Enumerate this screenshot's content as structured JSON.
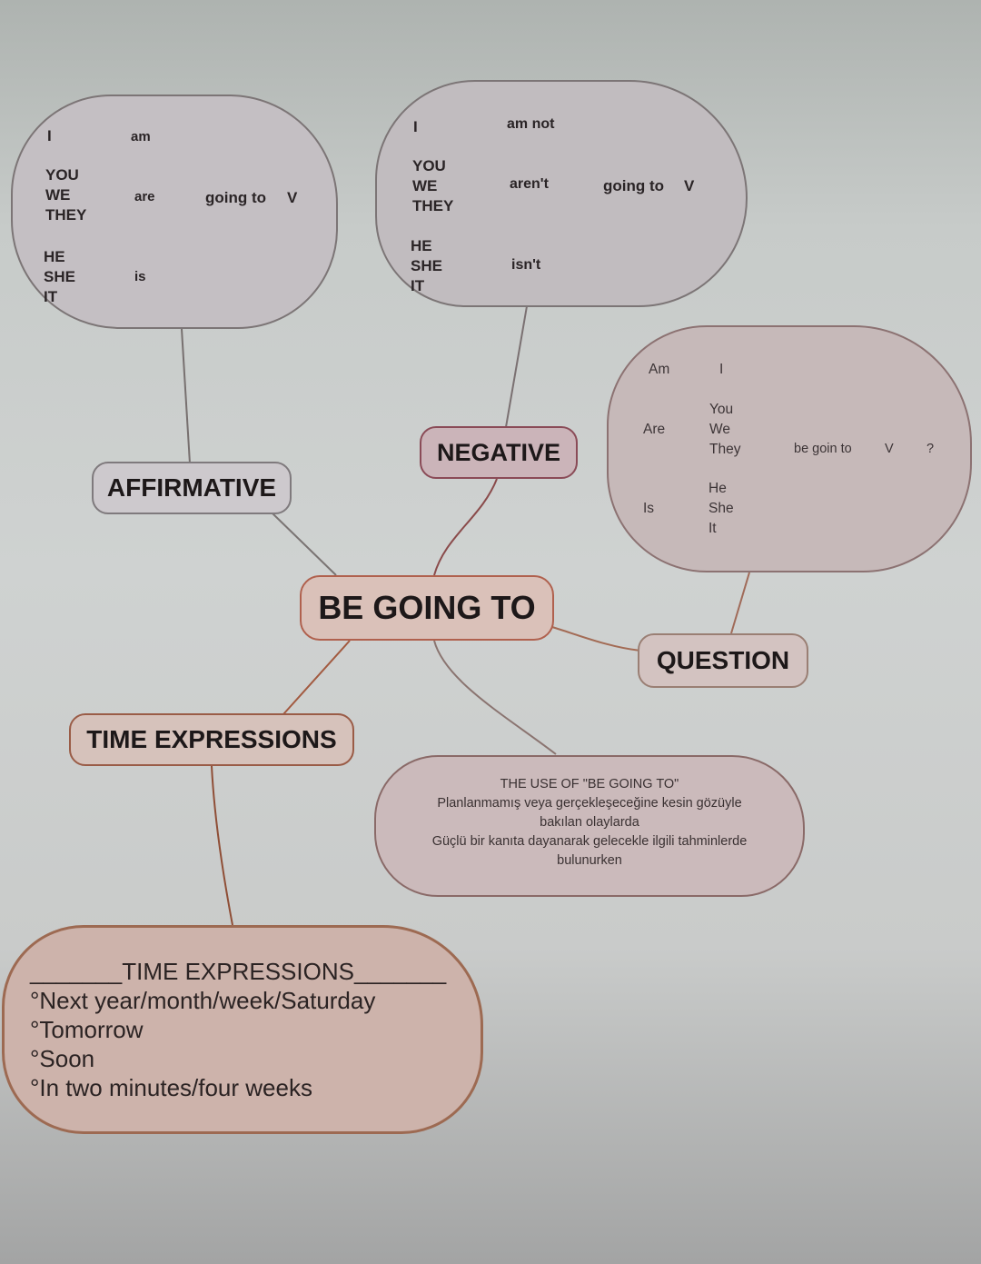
{
  "center": {
    "label": "BE GOING TO"
  },
  "branches": {
    "affirmative": "AFFIRMATIVE",
    "negative": "NEGATIVE",
    "question": "QUESTION",
    "time_expressions": "TIME EXPRESSIONS"
  },
  "affirmative_box": {
    "rows": [
      {
        "subjects": [
          "I"
        ],
        "verb": "am"
      },
      {
        "subjects": [
          "YOU",
          "WE",
          "THEY"
        ],
        "verb": "are",
        "tail": "going to",
        "v": "V"
      },
      {
        "subjects": [
          "HE",
          "SHE",
          "IT"
        ],
        "verb": "is"
      }
    ]
  },
  "negative_box": {
    "rows": [
      {
        "subjects": [
          "I"
        ],
        "verb": "am not"
      },
      {
        "subjects": [
          "YOU",
          "WE",
          "THEY"
        ],
        "verb": "aren't",
        "tail": "going to",
        "v": "V"
      },
      {
        "subjects": [
          "HE",
          "SHE",
          "IT"
        ],
        "verb": "isn't"
      }
    ]
  },
  "question_box": {
    "rows": [
      {
        "aux": "Am",
        "subjects": [
          "I"
        ]
      },
      {
        "aux": "Are",
        "subjects": [
          "You",
          "We",
          "They"
        ],
        "tail": "be goin to",
        "v": "V",
        "mark": "?"
      },
      {
        "aux": "Is",
        "subjects": [
          "He",
          "She",
          "It"
        ]
      }
    ]
  },
  "use_box": {
    "title": "THE USE OF \"BE GOING TO\"",
    "lines": [
      "Planlanmamış veya gerçekleşeceğine kesin gözüyle",
      "bakılan olaylarda",
      "Güçlü bir kanıta dayanarak gelecekle ilgili tahminlerde",
      "bulunurken"
    ]
  },
  "time_box": {
    "title_prefix": "_______",
    "title": "TIME EXPRESSIONS",
    "title_suffix": "_______",
    "items": [
      "°Next year/month/week/Saturday",
      "°Tomorrow",
      "°Soon",
      "°In two minutes/four weeks"
    ]
  },
  "colors": {
    "background": "#cfd2d1",
    "gray_bubble": "#c2bdc0",
    "pink_bubble": "#c9b5b7",
    "center_fill": "#d9bfb6",
    "center_border": "#b0614e",
    "brown_border": "#9a6a55",
    "negative_border": "#8a4b57"
  }
}
